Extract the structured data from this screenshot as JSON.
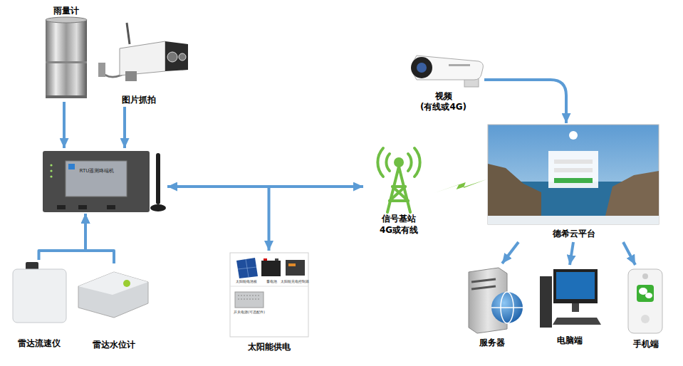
{
  "diagram": {
    "nodes": [
      {
        "text": [
          "雨量计"
        ]
      },
      {
        "text": [
          "图片抓拍"
        ]
      },
      {
        "text": [
          "RTU遥测终端机"
        ]
      },
      {
        "text": [
          "雷达流速仪"
        ]
      },
      {
        "text": [
          "雷达水位计"
        ]
      },
      {
        "text": [
          "太阳能供电"
        ]
      },
      {
        "text": [
          "信号基站",
          "4G或有线"
        ]
      },
      {
        "text": [
          "视频",
          "(有线或4G)"
        ]
      },
      {
        "text": [
          "德希云平台"
        ]
      },
      {
        "text": [
          "服务器"
        ]
      },
      {
        "text": [
          "电脑端"
        ]
      },
      {
        "text": [
          "手机端"
        ]
      }
    ],
    "edges": [
      {
        "from": 0,
        "to": 2,
        "arrow": "to"
      },
      {
        "from": 1,
        "to": 2,
        "arrow": "to"
      },
      {
        "from": 3,
        "to": 2,
        "arrow": "to"
      },
      {
        "from": 4,
        "to": 2,
        "arrow": "to"
      },
      {
        "from": 2,
        "to": 6,
        "arrow": "both"
      },
      {
        "from": 2,
        "to": 5,
        "arrow": "to"
      },
      {
        "from": 6,
        "to": 8,
        "arrow": "none"
      },
      {
        "from": 7,
        "to": 8,
        "arrow": "to"
      },
      {
        "from": 8,
        "to": 9,
        "arrow": "to"
      },
      {
        "from": 8,
        "to": 10,
        "arrow": "to"
      },
      {
        "from": 8,
        "to": 11,
        "arrow": "to"
      }
    ],
    "labels": [
      "太阳能电池板",
      "蓄电池",
      "太阳能充电控制器",
      "开关电源(可选配件)"
    ]
  }
}
